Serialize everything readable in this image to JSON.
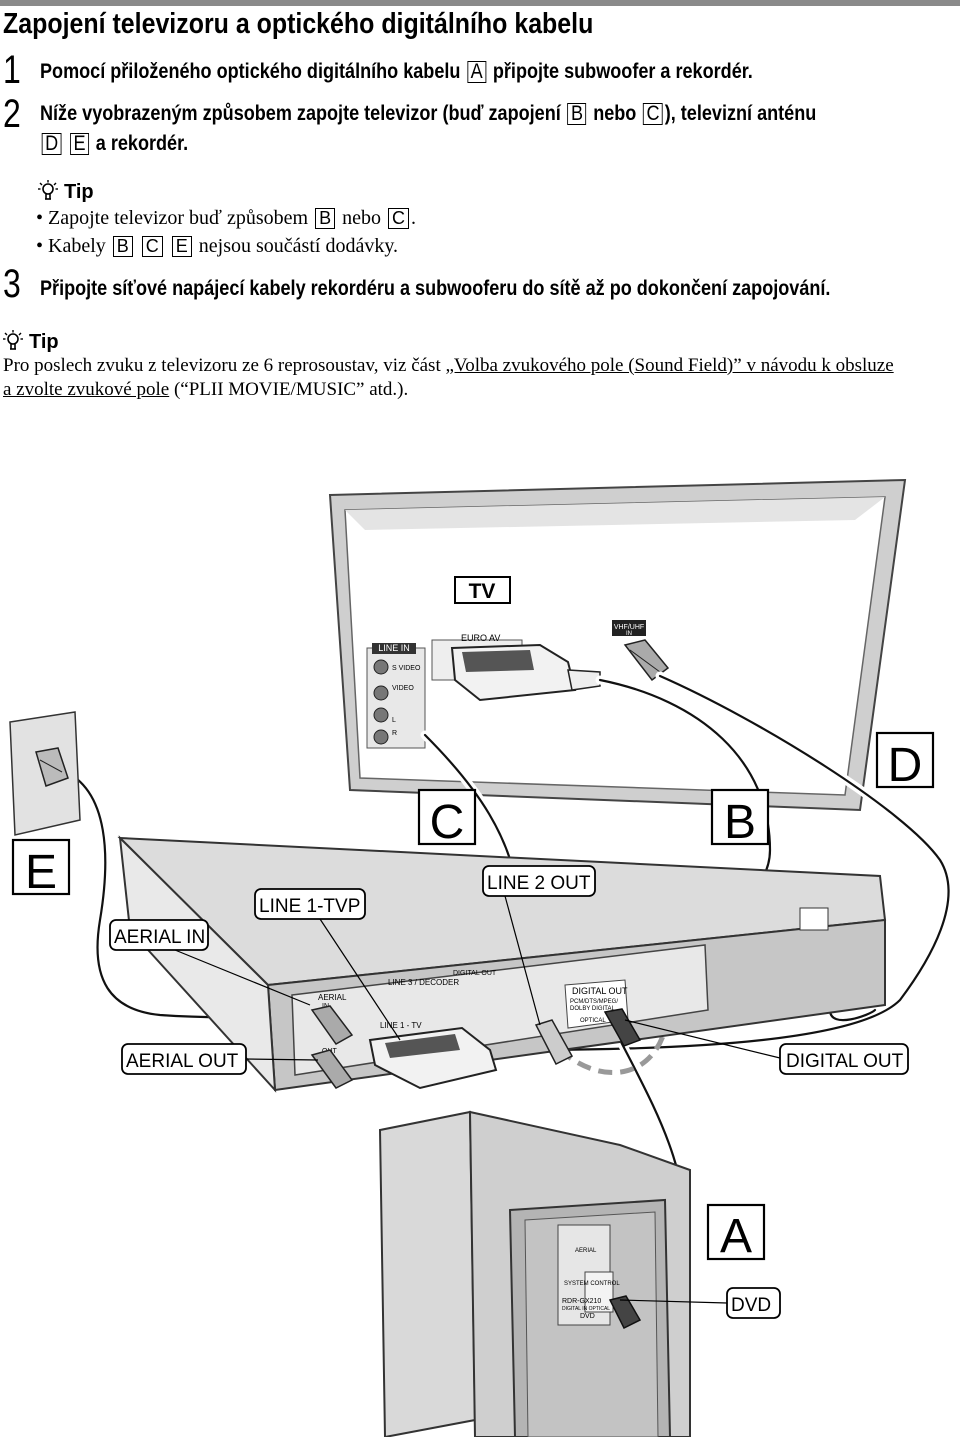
{
  "title": "Zapojení televizoru a optického digitálního kabelu",
  "steps": [
    {
      "num": "1",
      "text_a": "Pomocí přiloženého optického digitálního kabelu",
      "box_a": "A",
      "text_b": "připojte subwoofer a rekordér."
    },
    {
      "num": "2",
      "line1_a": "Níže vyobrazeným způsobem zapojte televizor (buď zapojení",
      "box_b": "B",
      "line1_b": "nebo",
      "box_c": "C",
      "line1_c": "), televizní anténu",
      "box_d": "D",
      "box_e": "E",
      "line2": "a rekordér."
    },
    {
      "num": "3",
      "text": "Připojte síťové napájecí kabely rekordéru a subwooferu do sítě až po dokončení zapojování."
    }
  ],
  "tip1": {
    "head": "Tip",
    "b1_a": "• Zapojte televizor buď způsobem",
    "b1_box1": "B",
    "b1_mid": "nebo",
    "b1_box2": "C",
    "b1_end": ".",
    "b2_a": "• Kabely",
    "b2_box1": "B",
    "b2_box2": "C",
    "b2_box3": "E",
    "b2_end": "nejsou součástí dodávky."
  },
  "tip2": {
    "head": "Tip",
    "line1_a": "Pro poslech zvuku z televizoru ze 6 reprosoustav, viz část ",
    "line1_link": "„Volba zvukového pole (Sound Field)” v návodu k obsluze",
    "line2_link": "a zvolte zvukové pole",
    "line2_end": " (“PLII MOVIE/MUSIC” atd.)."
  },
  "diagram": {
    "tv_label": "TV",
    "line_in": "LINE IN",
    "s_video": "S VIDEO",
    "video": "VIDEO",
    "l": "L",
    "r": "R",
    "euro_av": "EURO AV",
    "vhf_uhf": "VHF/UHF",
    "vhf_in": "IN",
    "letter_a": "A",
    "letter_b": "B",
    "letter_c": "C",
    "letter_d": "D",
    "letter_e": "E",
    "aerial_in": "AERIAL IN",
    "aerial_out": "AERIAL OUT",
    "line1_tvp": "LINE 1-TVP",
    "line2_out": "LINE 2 OUT",
    "digital_out": "DIGITAL OUT",
    "digital_out_panel": "DIGITAL OUT",
    "pcm_dts": "PCM/DTS/MPEG/",
    "dolby_digital": "DOLBY DIGITAL",
    "optical": "OPTICAL",
    "line3_decoder": "LINE 3 / DECODER",
    "line1_tv": "LINE 1 - TV",
    "digital_out_small": "DIGITAL OUT",
    "aerial_panel": "AERIAL",
    "panel_in": "IN",
    "panel_out": "OUT",
    "dvd": "DVD",
    "sub_aerial": "AERIAL",
    "sub_system": "SYSTEM CONTROL",
    "sub_rdr": "RDR-GX210",
    "sub_digital": "DIGITAL IN OPTICAL",
    "sub_dvd": "DVD"
  }
}
